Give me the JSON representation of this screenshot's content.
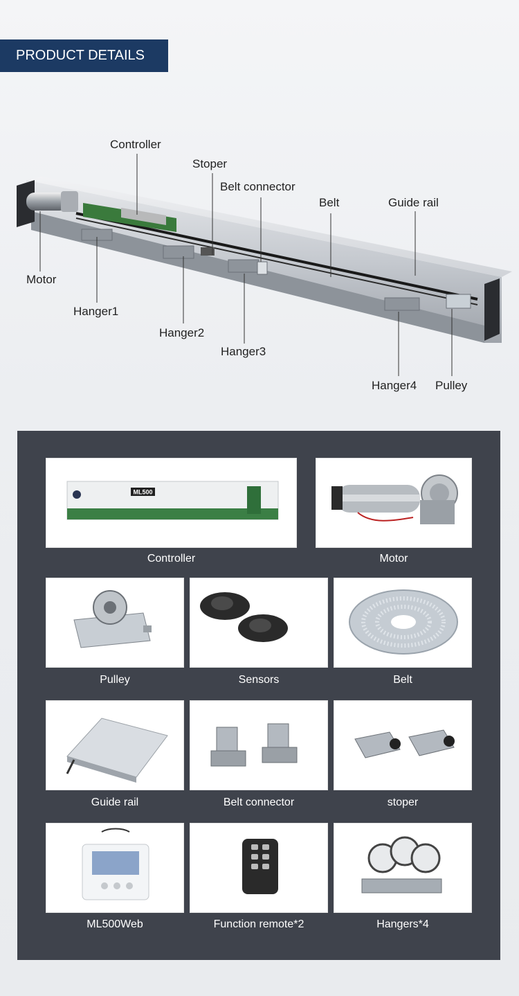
{
  "banner": {
    "title": "PRODUCT DETAILS"
  },
  "diagram": {
    "callouts": {
      "controller": "Controller",
      "stoper": "Stoper",
      "belt_connector": "Belt connector",
      "belt": "Belt",
      "guide_rail": "Guide rail",
      "motor": "Motor",
      "hanger1": "Hanger1",
      "hanger2": "Hanger2",
      "hanger3": "Hanger3",
      "hanger4": "Hanger4",
      "pulley": "Pulley"
    }
  },
  "parts": [
    {
      "label": "Controller"
    },
    {
      "label": "Motor"
    },
    {
      "label": "Pulley"
    },
    {
      "label": "Sensors"
    },
    {
      "label": "Belt"
    },
    {
      "label": "Guide rail"
    },
    {
      "label": "Belt connector"
    },
    {
      "label": "stoper"
    },
    {
      "label": "ML500Web"
    },
    {
      "label": "Function remote*2"
    },
    {
      "label": "Hangers*4"
    }
  ],
  "controller_badge": "ML500",
  "colors": {
    "banner": "#1c3a63",
    "panel": "#3f434c",
    "rail": "#c8ccd2"
  }
}
